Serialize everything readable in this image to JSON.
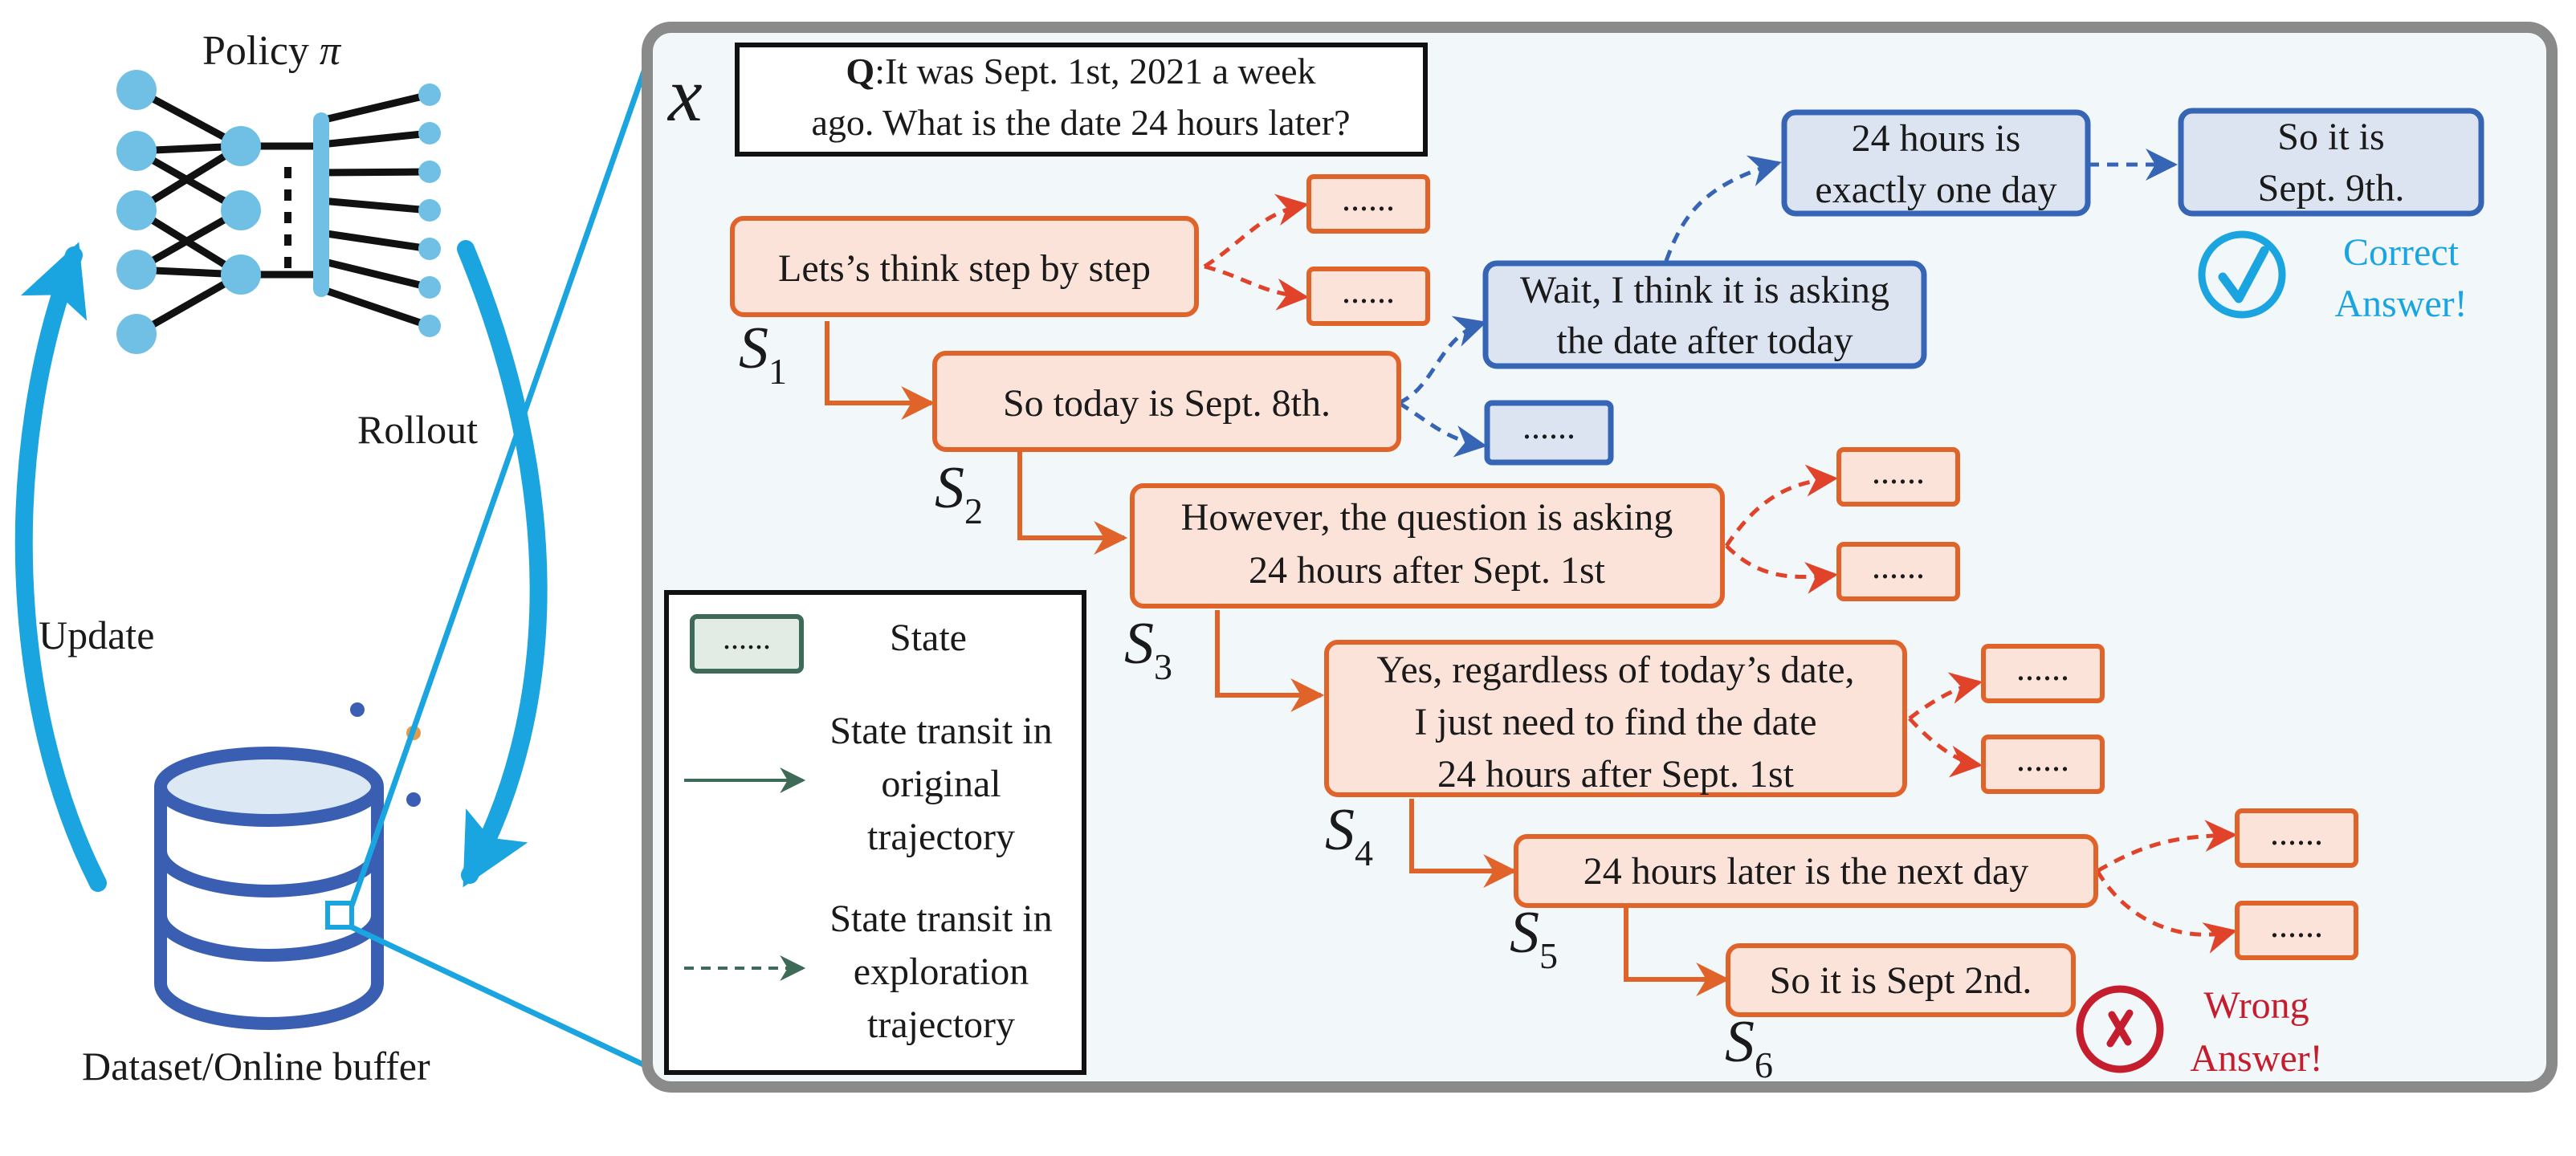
{
  "policy": {
    "label": "Policy",
    "symbol": "π"
  },
  "left_labels": {
    "rollout": "Rollout",
    "update": "Update",
    "dataset": "Dataset/Online buffer"
  },
  "panel": {
    "x_var": "x",
    "question_bold": "Q",
    "question_line1": ":It was Sept. 1st, 2021 a week",
    "question_line2": "ago. What is the date 24 hours later?"
  },
  "states": {
    "s1": "Lets’s think step by step",
    "s2": "So today is Sept. 8th.",
    "s3_line1": "However, the question is asking",
    "s3_line2": "24 hours after Sept. 1st",
    "s4_line1": "Yes, regardless of today’s date,",
    "s4_line2": "I just need to find the date",
    "s4_line3": "24 hours after Sept. 1st",
    "s5": "24 hours later is the next day",
    "s6": "So it is Sept 2nd.",
    "wait_line1": "Wait, I think it is asking",
    "wait_line2": "the date after today",
    "day_line1": "24 hours is",
    "day_line2": "exactly one day",
    "final_line1": "So it is",
    "final_line2": "Sept. 9th.",
    "ellipsis": "......"
  },
  "state_labels": {
    "prefix": "S",
    "s1": "1",
    "s2": "2",
    "s3": "3",
    "s4": "4",
    "s5": "5",
    "s6": "6"
  },
  "outcomes": {
    "correct_line1": "Correct",
    "correct_line2": "Answer!",
    "wrong_line1": "Wrong",
    "wrong_line2": "Answer!"
  },
  "legend": {
    "state_sample": "......",
    "state": "State",
    "orig_line1": "State transit in",
    "orig_line2": "original",
    "orig_line3": "trajectory",
    "expl_line1": "State transit in",
    "expl_line2": "exploration",
    "expl_line3": "trajectory"
  },
  "colors": {
    "orange_stroke": "#e0632a",
    "orange_fill": "#fbe3d9",
    "blue_stroke": "#3765b5",
    "blue_fill": "#dde4f1",
    "red_dashed": "#e0432a",
    "cyan": "#1aa4e0",
    "correct": "#1aa4e0",
    "wrong": "#c41e2e",
    "legend_green": "#3d6b58",
    "legend_fill": "#e3ebe5",
    "panel_border": "#8a8a8a",
    "panel_fill": "#f2f7fa",
    "db_blue": "#3a5fb2"
  },
  "icons": {
    "correct": "checkmark-circle-icon",
    "wrong": "cross-circle-icon",
    "policy": "neural-network-icon",
    "dataset": "database-icon"
  }
}
